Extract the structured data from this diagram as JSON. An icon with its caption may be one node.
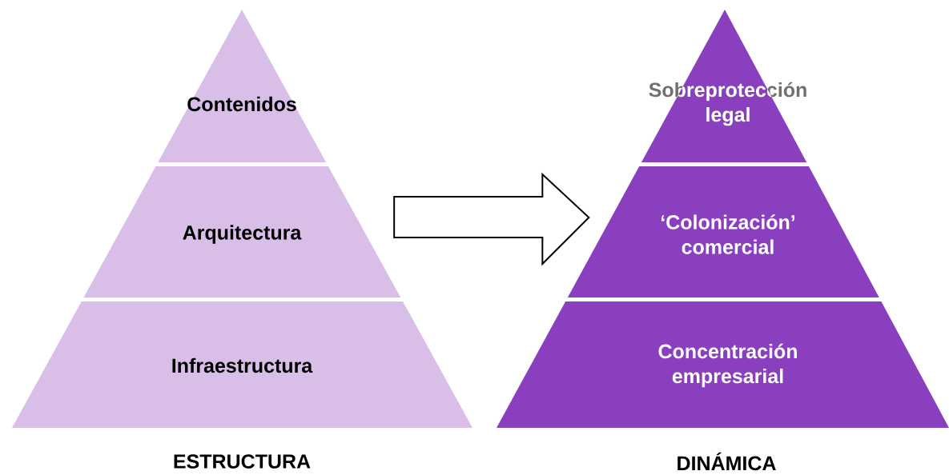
{
  "diagram": {
    "nodes": [
      {
        "text": [
          "Contenidos"
        ]
      },
      {
        "text": [
          "Arquitectura"
        ]
      },
      {
        "text": [
          "Infraestructura"
        ]
      },
      {
        "text": [
          "Sobreprotección legal"
        ]
      },
      {
        "text": [
          "‘Colonización’ comercial"
        ]
      },
      {
        "text": [
          "Concentración empresarial"
        ]
      }
    ],
    "edges": [
      {
        "from": 1,
        "to": 4,
        "arrow": "to"
      }
    ],
    "labels": [
      "ESTRUCTURA",
      "DINÁMICA"
    ]
  }
}
